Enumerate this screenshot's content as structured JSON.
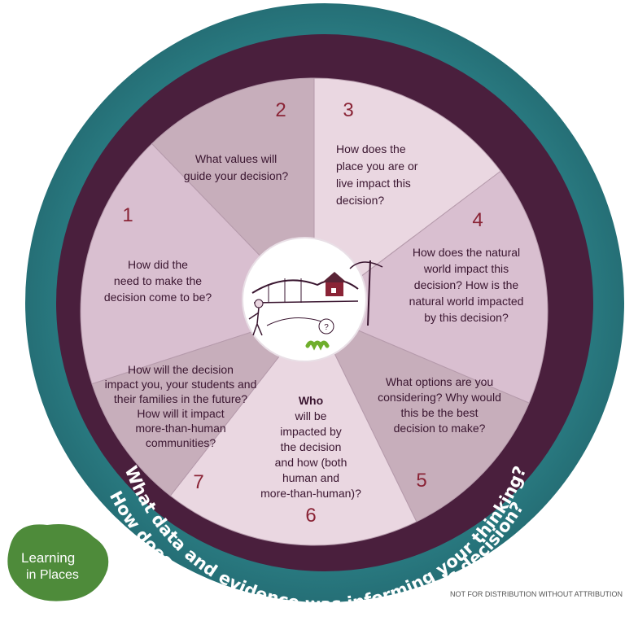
{
  "segments": [
    {
      "number": "1",
      "lines": [
        "How did the",
        "need to make the",
        "decision come to be?"
      ]
    },
    {
      "number": "2",
      "lines": [
        "What values will",
        "guide your decision?"
      ]
    },
    {
      "number": "3",
      "lines": [
        "How does the",
        "place you are or",
        "live impact this",
        "decision?"
      ]
    },
    {
      "number": "4",
      "lines": [
        "How does the natural",
        "world impact this",
        "decision? How is the",
        "natural world impacted",
        "by this decision?"
      ]
    },
    {
      "number": "5",
      "lines": [
        "What options are you",
        "considering? Why would",
        "this be the best",
        "decision to make?"
      ]
    },
    {
      "number": "6",
      "lines": [
        "Who",
        "will be",
        "impacted by",
        "the decision",
        "and how (both",
        "human and",
        "more-than-human)?"
      ]
    },
    {
      "number": "7",
      "lines": [
        "How will the decision",
        "impact you, your students and",
        "their families in the future?",
        "How will it impact",
        "more-than-human",
        "communities?"
      ]
    }
  ],
  "inner_ring_text": "What data and evidence was informing your thinking?",
  "outer_ring_text": "How does power and historicity shape this decision?",
  "logo": {
    "line1": "Learning",
    "line2": "in Places"
  },
  "footer": "NOT FOR DISTRIBUTION WITHOUT ATTRIBUTION",
  "colors": {
    "outer_ring": "#2b7f86",
    "inner_ring": "#4a1f3d",
    "segment_dark": "#c7aebb",
    "segment_light": "#ead7e1",
    "segment_mid": "#d9bfd0",
    "number": "#8a2436",
    "logo_green": "#4e8b3a"
  }
}
